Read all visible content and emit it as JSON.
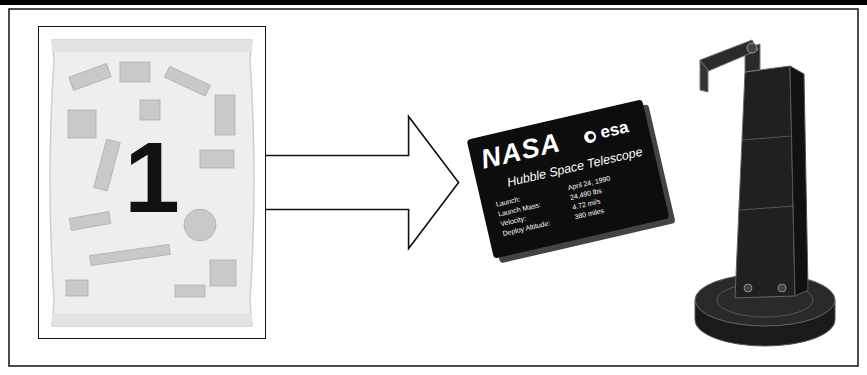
{
  "diagram": {
    "nodes": [
      {
        "text": [
          "1"
        ]
      },
      {
        "text": [
          "NASA",
          "esa",
          "Hubble Space Telescope",
          "Launch:",
          "April 24, 1990",
          "Launch Mass:",
          "24,490 lbs",
          "Velocity:",
          "4.72 mi/s",
          "Deploy Altitude:",
          "380 miles"
        ]
      }
    ],
    "edges": [
      {
        "from": 0,
        "to": 1,
        "arrow": "to"
      }
    ]
  }
}
